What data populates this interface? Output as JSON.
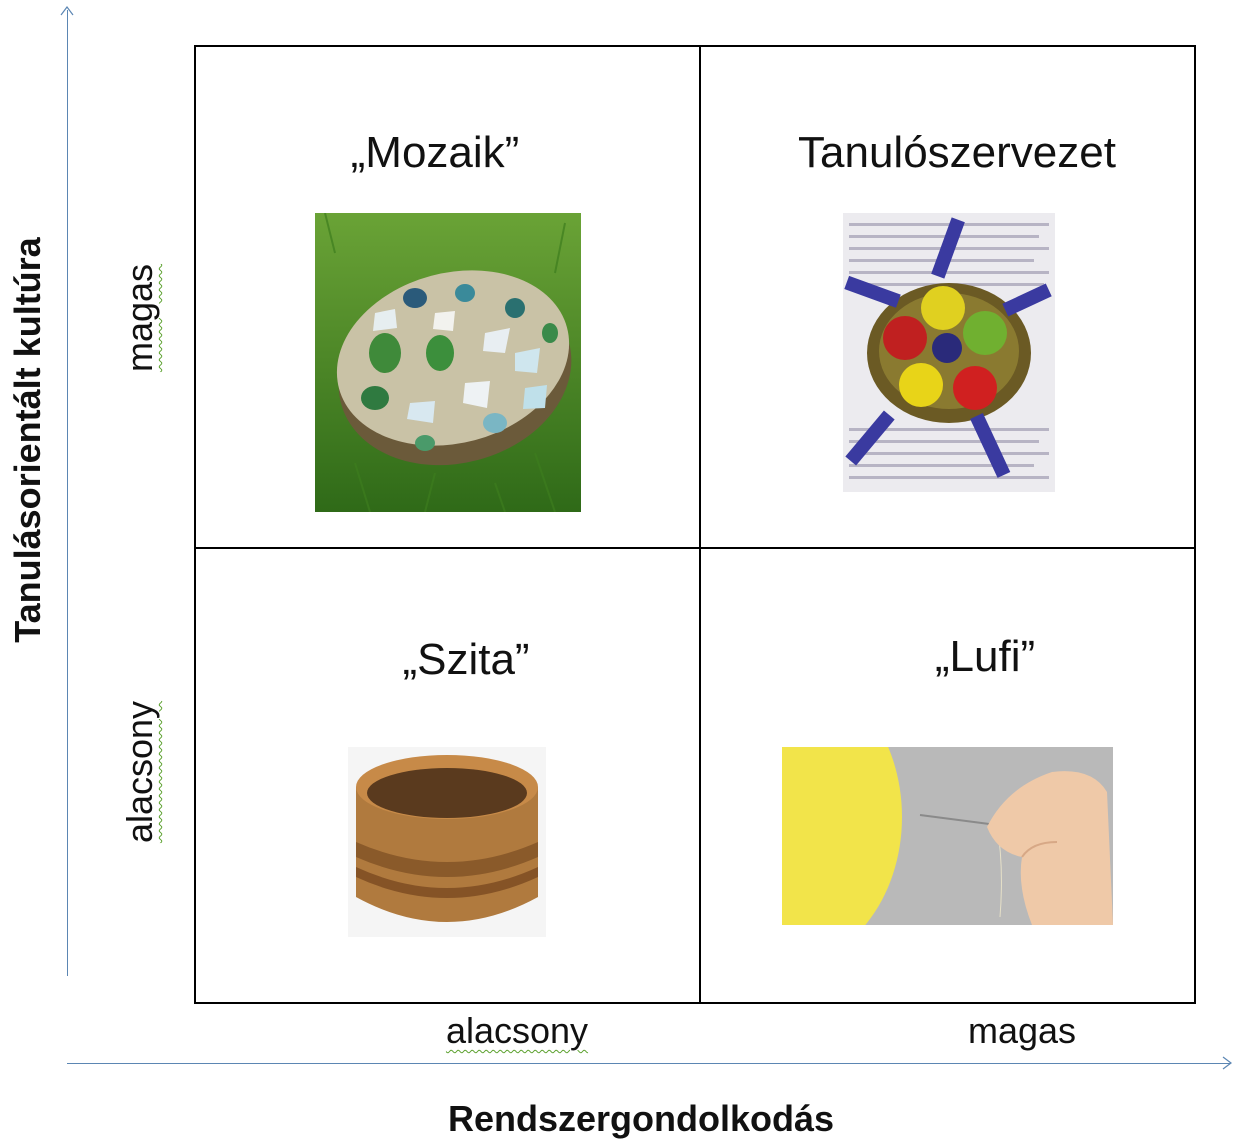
{
  "axes": {
    "y_title": "Tanulásorientált kultúra",
    "x_title": "Rendszergondolkodás",
    "y_ticks": {
      "high": "magas",
      "low": "alacsony"
    },
    "x_ticks": {
      "low": "alacsony",
      "high": "magas"
    }
  },
  "quadrants": {
    "top_left": {
      "title": "„Mozaik”",
      "image": "mosaic-stone"
    },
    "top_right": {
      "title": "Tanulószervezet",
      "image": "book-cover-apples"
    },
    "bottom_left": {
      "title": "„Szita”",
      "image": "wooden-sieve"
    },
    "bottom_right": {
      "title": "„Lufi”",
      "image": "balloon-and-needle"
    }
  },
  "colors": {
    "axis": "#5b86b3",
    "grid": "#000000",
    "spellcheck_underline": "#5aa02c"
  }
}
